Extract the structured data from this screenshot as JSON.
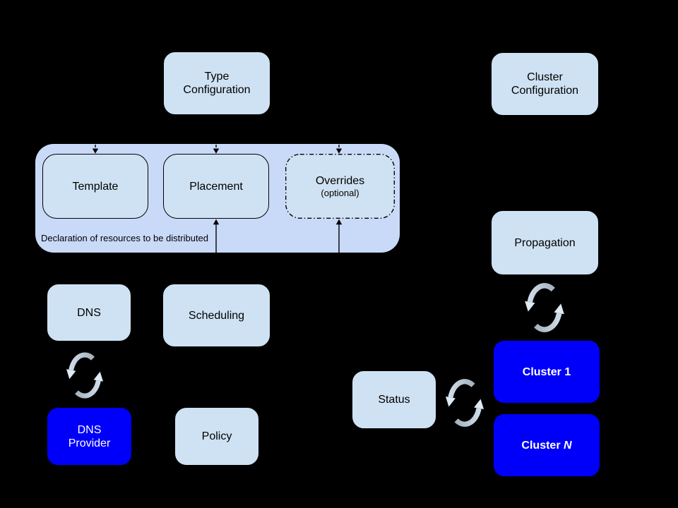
{
  "colors": {
    "bg": "#000000",
    "container-fill": "#c9daf8",
    "box-fill": "#cfe2f3",
    "cluster-fill": "#0000fa",
    "arrow": "#000000",
    "sync-light": "#dde9f4",
    "sync-dark": "#8a99a8"
  },
  "icons": {
    "sync": "cycle-arrows-icon"
  },
  "nodes": {
    "type_configuration": {
      "line1": "Type",
      "line2": "Configuration"
    },
    "cluster_configuration": {
      "line1": "Cluster",
      "line2": "Configuration"
    },
    "template": {
      "label": "Template"
    },
    "placement": {
      "label": "Placement"
    },
    "overrides": {
      "label": "Overrides",
      "note": "(optional)"
    },
    "declaration": {
      "caption": "Declaration of resources to be distributed"
    },
    "dns": {
      "label": "DNS"
    },
    "scheduling": {
      "label": "Scheduling"
    },
    "dns_provider": {
      "line1": "DNS",
      "line2": "Provider"
    },
    "policy": {
      "label": "Policy"
    },
    "propagation": {
      "label": "Propagation"
    },
    "status": {
      "label": "Status"
    },
    "cluster_1": {
      "label": "Cluster 1"
    },
    "cluster_n": {
      "prefix": "Cluster",
      "n": "N"
    }
  }
}
